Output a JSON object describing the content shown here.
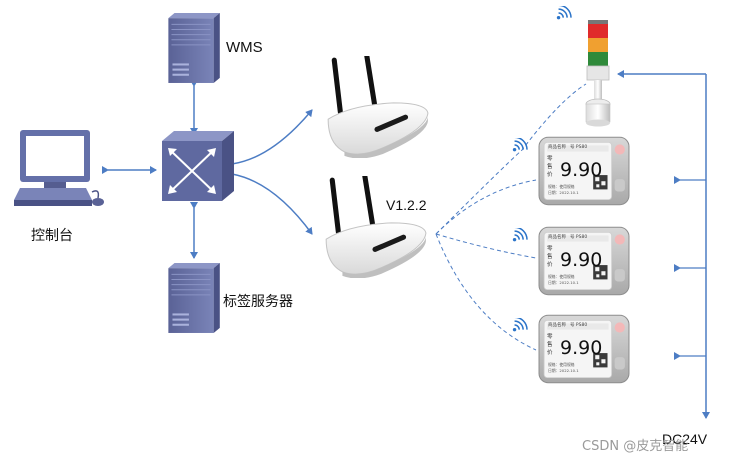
{
  "labels": {
    "wms": "WMS",
    "console": "控制台",
    "tag_server": "标签服务器",
    "ap_version": "V1.2.2",
    "dc_power": "DC24V"
  },
  "watermark": "CSDN @皮克智能",
  "price_tag": {
    "price": "9.90",
    "product_label": "商品名称",
    "product_code": "号 PS80",
    "side_chars": [
      "零",
      "售",
      "价"
    ],
    "spec_text": "规格：使用规格",
    "date_text": "日期：2022.10.1"
  },
  "colors": {
    "arrow_blue": "#4d7dc4",
    "device_blue": "#6470a9",
    "wifi_blue": "#2b74c9",
    "light_red": "#e02b2b",
    "light_orange": "#f0a030",
    "light_green": "#2f8a3a"
  },
  "icons": [
    "server-icon",
    "switch-icon",
    "computer-icon",
    "router-icon",
    "tower-light-icon",
    "electronic-shelf-label-icon",
    "wifi-icon"
  ]
}
